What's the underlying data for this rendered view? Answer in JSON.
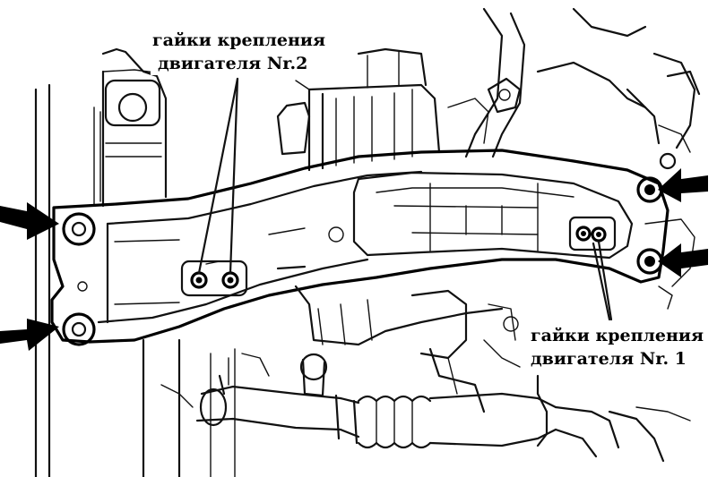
{
  "labels": {
    "nuts_2_line1": "гайки крепления",
    "nuts_2_line2": "двигателя Nr.2",
    "nuts_1_line1": "гайки крепления",
    "nuts_1_line2": "двигателя Nr. 1"
  },
  "colors": {
    "ink": "#111111",
    "background": "#ffffff"
  },
  "icons": [
    "arrow-icon",
    "nut-icon"
  ]
}
